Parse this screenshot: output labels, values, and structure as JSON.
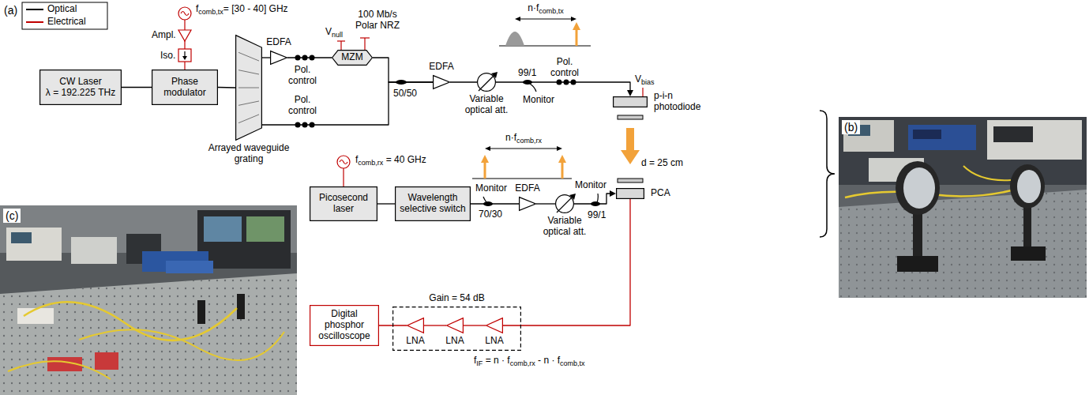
{
  "diagram": {
    "nodes": [
      {
        "text": [
          "CW Laser",
          "λ = 192.225 THz"
        ]
      },
      {
        "text": [
          "Phase modulator"
        ]
      },
      {
        "text": [
          "Arrayed waveguide grating"
        ]
      },
      {
        "text": [
          "EDFA"
        ]
      },
      {
        "text": [
          "MZM"
        ]
      },
      {
        "text": [
          "EDFA"
        ]
      },
      {
        "text": [
          "Variable optical att."
        ]
      },
      {
        "text": [
          "p-i-n photodiode"
        ]
      },
      {
        "text": [
          "PCA"
        ]
      },
      {
        "text": [
          "Picosecond laser"
        ]
      },
      {
        "text": [
          "Wavelength selective switch"
        ]
      },
      {
        "text": [
          "EDFA"
        ]
      },
      {
        "text": [
          "Variable optical att."
        ]
      },
      {
        "text": [
          "Gain = 54 dB"
        ]
      },
      {
        "text": [
          "LNA"
        ],
        "in": 13
      },
      {
        "text": [
          "LNA"
        ],
        "in": 13
      },
      {
        "text": [
          "LNA"
        ],
        "in": 13
      },
      {
        "text": [
          "Digital phosphor oscilloscope"
        ]
      }
    ],
    "edges": [
      {
        "from": 0,
        "to": 1,
        "arrow": "none"
      },
      {
        "from": 1,
        "to": 2,
        "arrow": "none"
      },
      {
        "from": 2,
        "to": 3,
        "arrow": "none"
      },
      {
        "from": 3,
        "to": 4,
        "arrow": "none"
      },
      {
        "from": 4,
        "to": 5,
        "arrow": "none"
      },
      {
        "from": 2,
        "to": 5,
        "arrow": "none"
      },
      {
        "from": 5,
        "to": 6,
        "arrow": "none"
      },
      {
        "from": 6,
        "to": 7,
        "arrow": "to"
      },
      {
        "from": 7,
        "to": 8,
        "arrow": "to"
      },
      {
        "from": 9,
        "to": 10,
        "arrow": "none"
      },
      {
        "from": 10,
        "to": 11,
        "arrow": "none"
      },
      {
        "from": 11,
        "to": 12,
        "arrow": "none"
      },
      {
        "from": 12,
        "to": 8,
        "arrow": "to"
      },
      {
        "from": 8,
        "to": 16,
        "arrow": "none"
      },
      {
        "from": 16,
        "to": 15,
        "arrow": "none"
      },
      {
        "from": 15,
        "to": 14,
        "arrow": "none"
      },
      {
        "from": 14,
        "to": 17,
        "arrow": "none"
      }
    ],
    "labels": [
      "(a)",
      "fcomb,tx= [30 - 40] GHz",
      "Ampl.",
      "Iso.",
      "Pol. control",
      "Pol. control",
      "Vnull",
      "100 Mb/s Polar NRZ",
      "50/50",
      "n·fcomb,tx",
      "99/1",
      "Monitor",
      "Pol. control",
      "Vbias",
      "d = 25 cm",
      "fcomb,rx = 40 GHz",
      "n·fcomb,rx",
      "Monitor",
      "70/30",
      "Monitor",
      "99/1",
      "fIF = n · fcomb,rx - n · fcomb,tx",
      "(b)",
      "(c)"
    ],
    "legend": [
      {
        "text": "Optical"
      },
      {
        "text": "Electrical"
      }
    ]
  }
}
